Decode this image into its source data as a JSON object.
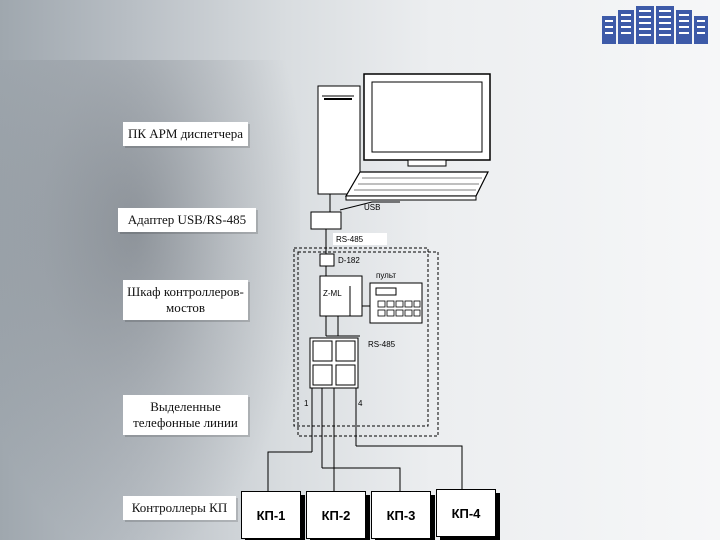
{
  "labels": {
    "pc": "ПК АРМ диспетчера",
    "adapter": "Адаптер USB/RS-485",
    "cabinet": "Шкаф контроллеров-мостов",
    "lines": "Выделенные телефонные линии",
    "controllers": "Контроллеры КП"
  },
  "diagram": {
    "usb": "USB",
    "rs485_top": "RS-485",
    "d182": "D-182",
    "pult": "пульт",
    "zml": "Z-ML",
    "rs485_mid": "RS-485",
    "line_first": "1",
    "line_last": "4"
  },
  "kp": [
    "КП-1",
    "КП-2",
    "КП-3",
    "КП-4"
  ]
}
